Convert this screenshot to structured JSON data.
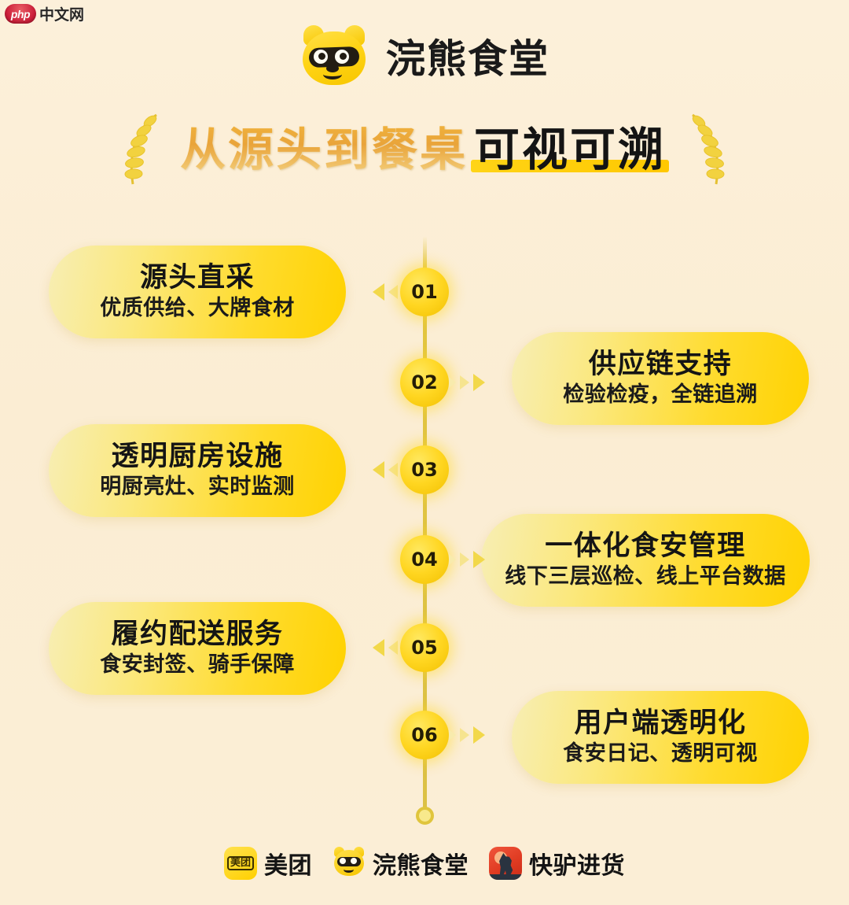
{
  "watermark": {
    "badge": "php",
    "text": "中文网"
  },
  "header": {
    "logo_icon": "raccoon-icon",
    "brand_name": "浣熊食堂"
  },
  "headline": {
    "part_highlight_left": "从源头到餐桌",
    "part_highlight_right": "可视可溯",
    "ornament_icon": "wheat-laurel-icon",
    "accent_color": "#ffd416",
    "gold_color": "#e9a43a"
  },
  "timeline": {
    "line_color": "#dcc145",
    "node_color": "#ffd621",
    "steps": [
      {
        "number": "01",
        "side": "left",
        "arrow_direction": "left",
        "title": "源头直采",
        "subtitle": "优质供给、大牌食材"
      },
      {
        "number": "02",
        "side": "right",
        "arrow_direction": "right",
        "title": "供应链支持",
        "subtitle": "检验检疫，全链追溯"
      },
      {
        "number": "03",
        "side": "left",
        "arrow_direction": "left",
        "title": "透明厨房设施",
        "subtitle": "明厨亮灶、实时监测"
      },
      {
        "number": "04",
        "side": "right",
        "arrow_direction": "right",
        "title": "一体化食安管理",
        "subtitle": "线下三层巡检、线上平台数据"
      },
      {
        "number": "05",
        "side": "left",
        "arrow_direction": "left",
        "title": "履约配送服务",
        "subtitle": "食安封签、骑手保障"
      },
      {
        "number": "06",
        "side": "right",
        "arrow_direction": "right",
        "title": "用户端透明化",
        "subtitle": "食安日记、透明可视"
      }
    ]
  },
  "footer": {
    "brands": [
      {
        "icon": "meituan-icon",
        "icon_text": "美团",
        "label": "美团"
      },
      {
        "icon": "raccoon-icon",
        "icon_text": "",
        "label": "浣熊食堂"
      },
      {
        "icon": "kuailv-donkey-icon",
        "icon_text": "",
        "label": "快驴进货"
      }
    ]
  }
}
